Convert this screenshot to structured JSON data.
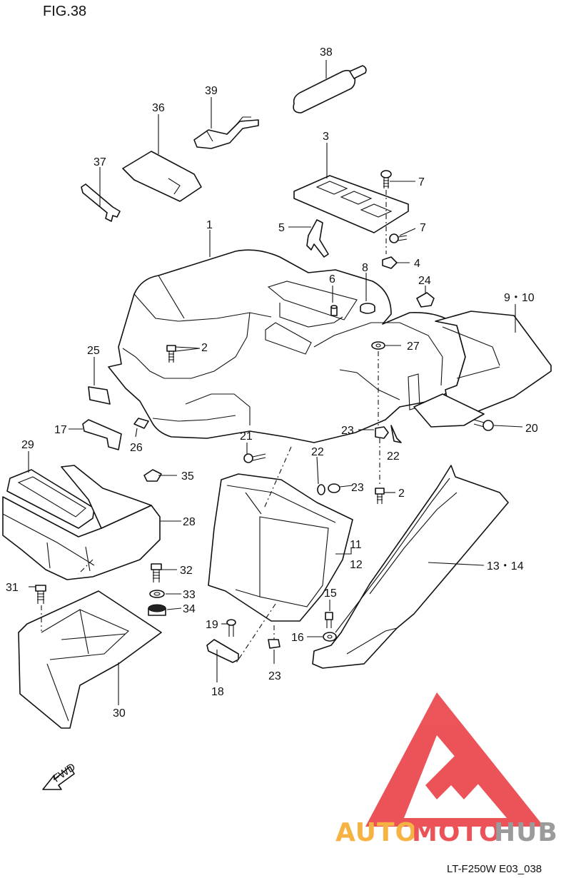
{
  "figure_label": "FIG.38",
  "drawing_code": "LT-F250W E03_038",
  "fwd_label": "FWD",
  "watermark": {
    "word_part1": "AUTO",
    "word_part2": "MOTO",
    "word_part3": "HUB",
    "color_orange": "#f5a623",
    "color_red": "#e8363c",
    "color_gray": "#8a8a8a"
  },
  "callouts": {
    "c1": "1",
    "c2a": "2",
    "c2b": "2",
    "c3": "3",
    "c4": "4",
    "c5": "5",
    "c6": "6",
    "c7a": "7",
    "c7b": "7",
    "c8": "8",
    "c9_10": "9・10",
    "c11": "11",
    "c12": "12",
    "c13_14": "13・14",
    "c15": "15",
    "c16": "16",
    "c17": "17",
    "c18": "18",
    "c19": "19",
    "c20": "20",
    "c21": "21",
    "c22a": "22",
    "c22b": "22",
    "c23a": "23",
    "c23b": "23",
    "c23c": "23",
    "c24": "24",
    "c25": "25",
    "c26": "26",
    "c27": "27",
    "c28": "28",
    "c29": "29",
    "c30": "30",
    "c31": "31",
    "c32": "32",
    "c33": "33",
    "c34": "34",
    "c35": "35",
    "c36": "36",
    "c37": "37",
    "c38": "38",
    "c39": "39"
  }
}
